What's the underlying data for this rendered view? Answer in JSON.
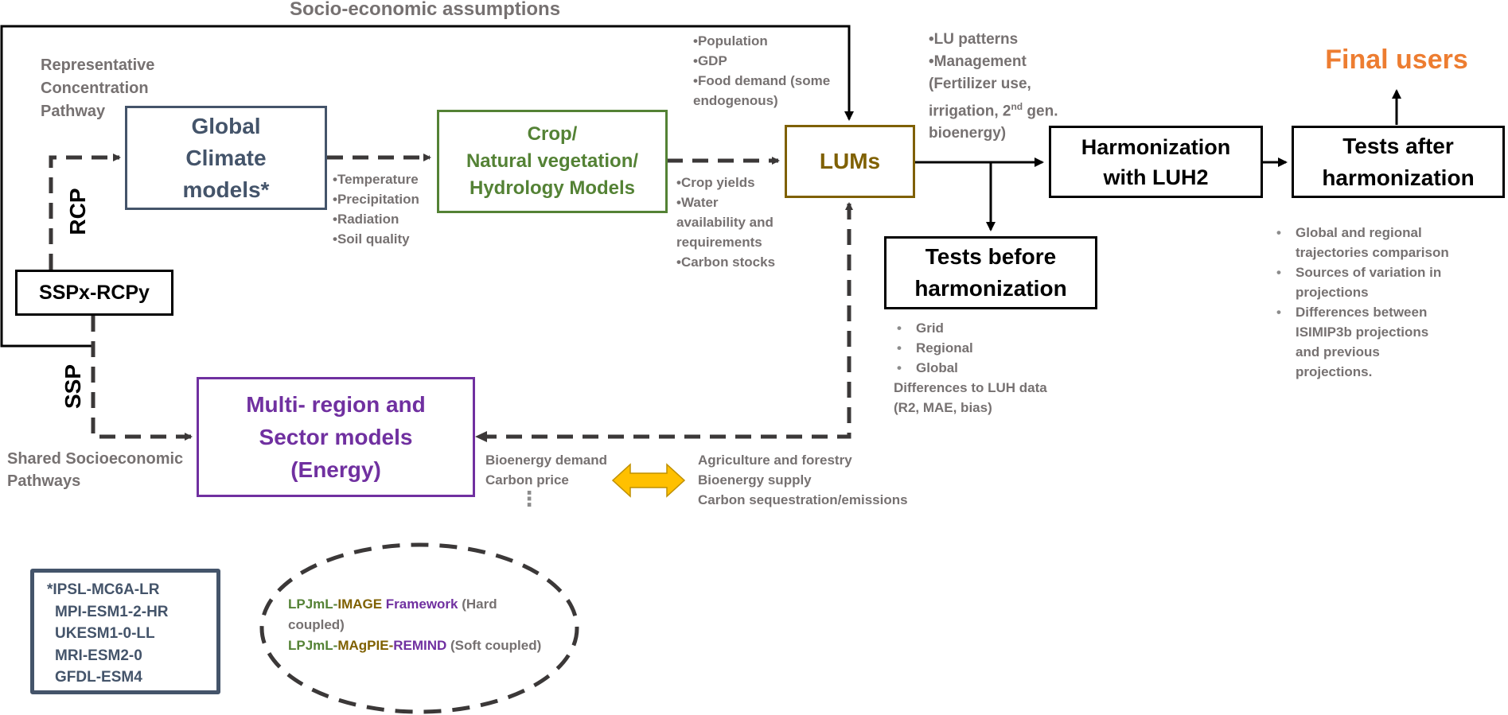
{
  "colors": {
    "gcm": "#44546A",
    "crop": "#548235",
    "lums": "#7F6000",
    "energy": "#7030A0",
    "black": "#000000",
    "gray_text": "#767171",
    "final_users": "#ED7D31",
    "dashed_arrow": "#3B3838",
    "double_arrow_fill": "#FFC000",
    "double_arrow_stroke": "#BF9000"
  },
  "header": {
    "socio_economic": "Socio-economic assumptions"
  },
  "labels": {
    "rcp_long": [
      "Representative",
      "Concentration",
      "Pathway"
    ],
    "rcp_short": "RCP",
    "ssp_short": "SSP",
    "ssp_long": [
      "Shared Socioeconomic",
      "Pathways"
    ]
  },
  "boxes": {
    "gcm": [
      "Global",
      "Climate",
      "models*"
    ],
    "crop": [
      "Crop/",
      "Natural vegetation/",
      "Hydrology Models"
    ],
    "lums": "LUMs",
    "sspx": "SSPx-RCPy",
    "energy": [
      "Multi- region and",
      "Sector models",
      "(Energy)"
    ],
    "harmonization": [
      "Harmonization",
      "with LUH2"
    ],
    "tests_after": [
      "Tests after",
      "harmonization"
    ],
    "tests_before": [
      "Tests before",
      "harmonization"
    ],
    "final_users": "Final users"
  },
  "notes": {
    "climate_vars": [
      "•Temperature",
      "•Precipitation",
      "•Radiation",
      "•Soil quality"
    ],
    "socio_vars": [
      "•Population",
      "•GDP",
      "•Food demand (some",
      "endogenous)"
    ],
    "crop_outputs": [
      "•Crop yields",
      "•Water",
      "availability and",
      "requirements",
      "•Carbon stocks"
    ],
    "lum_outputs": {
      "line1": "•LU patterns",
      "line2": "•Management",
      "line3": "(Fertilizer use,",
      "line4_pre": "irrigation, 2",
      "line4_sup": "nd",
      "line4_post": " gen.",
      "line5": "bioenergy)"
    },
    "tests_before_items": [
      "Grid",
      "Regional",
      "Global"
    ],
    "tests_before_extra": [
      "Differences to LUH data",
      "(R2, MAE, bias)"
    ],
    "tests_after_items": [
      [
        "Global and regional",
        "trajectories comparison"
      ],
      [
        "Sources of variation in",
        "projections"
      ],
      [
        "Differences between",
        "ISIMIP3b projections",
        "and previous",
        "projections."
      ]
    ],
    "energy_outputs": [
      "Bioenergy demand",
      "Carbon price"
    ],
    "ellipsis": "⋮",
    "land_outputs": [
      "Agriculture and forestry",
      "Bioenergy supply",
      "Carbon sequestration/emissions"
    ]
  },
  "gcm_list": [
    "*IPSL-MC6A-LR",
    "MPI-ESM1-2-HR",
    "UKESM1-0-LL",
    "MRI-ESM2-0",
    "GFDL-ESM4"
  ],
  "frameworks": {
    "line1": [
      {
        "text": "LPJmL-",
        "role": "crop"
      },
      {
        "text": "IMAGE ",
        "role": "lums"
      },
      {
        "text": "Framework ",
        "role": "energy"
      },
      {
        "text": "(Hard",
        "role": "gray"
      }
    ],
    "line2": "coupled)",
    "line3": [
      {
        "text": "LPJmL-",
        "role": "crop"
      },
      {
        "text": "MAgPIE-",
        "role": "lums"
      },
      {
        "text": "REMIND ",
        "role": "energy"
      },
      {
        "text": "(Soft coupled)",
        "role": "gray"
      }
    ]
  }
}
